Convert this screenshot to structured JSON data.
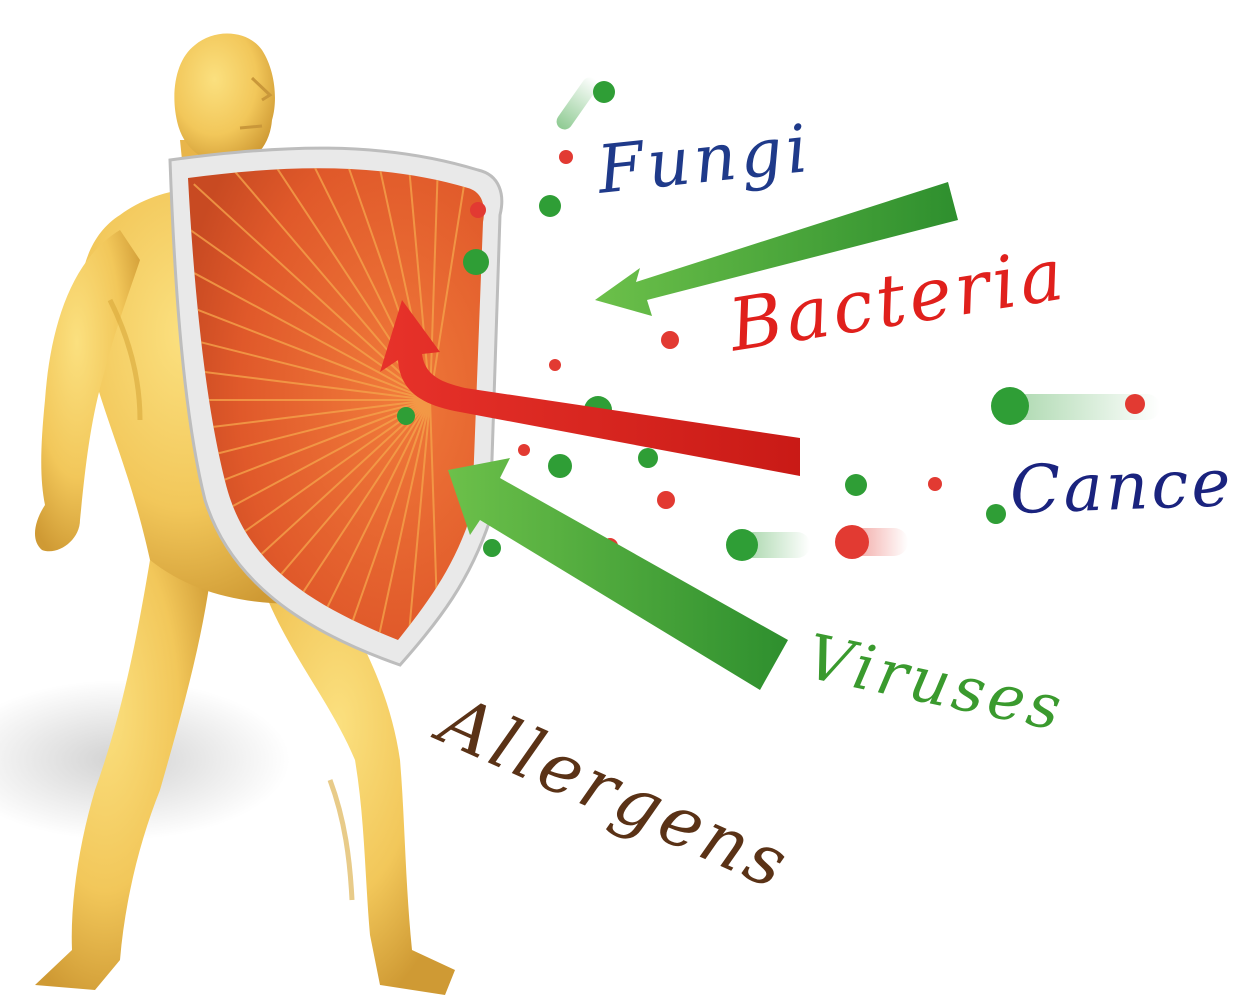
{
  "labels": {
    "fungi": {
      "text": "Fungi",
      "color": "#1f3a8a"
    },
    "bacteria": {
      "text": "Bacteria",
      "color": "#e0201c"
    },
    "cancer": {
      "text": "Cancer",
      "color": "#1a237e"
    },
    "viruses": {
      "text": "Viruses",
      "color": "#3a9a2e"
    },
    "allergens": {
      "text": "Allergens",
      "color": "#5a3216"
    }
  },
  "colors": {
    "body": "#f2c75a",
    "body_shade": "#d9a83a",
    "shield_fill": "#e2612a",
    "shield_rim": "#f1f1f1",
    "arrow_green": "#3fa33a",
    "arrow_red": "#e0221c",
    "particle_green": "#2f9e36",
    "particle_red": "#e23a32"
  },
  "icons": {
    "figure": "human-figure-icon",
    "shield": "shield-icon"
  }
}
